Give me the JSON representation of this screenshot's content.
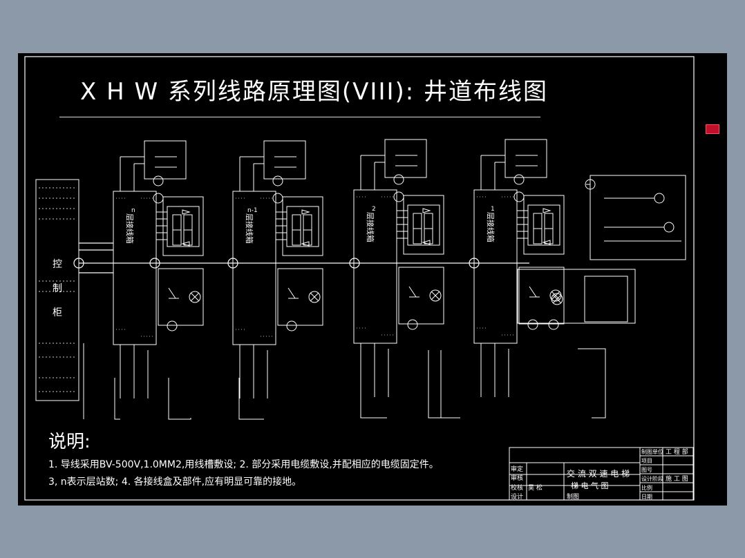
{
  "title": "X H W 系列线路原理图(VIII): 井道布线图",
  "notes": {
    "heading": "说明:",
    "line1": "1. 导线采用BV-500V,1.0MM2,用线槽敷设;   2. 部分采用电缆敷设,并配相应的电缆固定件。",
    "line2": "3, n表示层站数;    4. 各接线盒及部件,应有明显可靠的接地。"
  },
  "control_cabinet": {
    "label": [
      "控",
      "制",
      "柜"
    ]
  },
  "floor_boxes": [
    {
      "id": "n",
      "label": "层接线箱",
      "prefix": "n"
    },
    {
      "id": "n-1",
      "label": "层接线箱",
      "prefix": "n-1"
    },
    {
      "id": "2",
      "label": "层接线箱",
      "prefix": "2"
    },
    {
      "id": "1",
      "label": "层接线箱",
      "prefix": "1"
    }
  ],
  "title_block": {
    "left_labels": [
      "审定",
      "审核",
      "校核",
      "设计"
    ],
    "checker": "吴    松",
    "main_line1": "交 流 双 速 电 梯",
    "main_line2": "梯        电   气   图",
    "drafter_label": "制图",
    "right_labels": [
      "制图单位",
      "项目",
      "图号",
      "设计阶段",
      "比例",
      "日期"
    ],
    "right_values": [
      "工 程 部",
      "",
      "",
      "施 工 图",
      "",
      ""
    ]
  },
  "colors": {
    "background": "#8b99a8",
    "sheet": "#000000",
    "ink": "#ffffff",
    "accent": "#c0102a"
  }
}
